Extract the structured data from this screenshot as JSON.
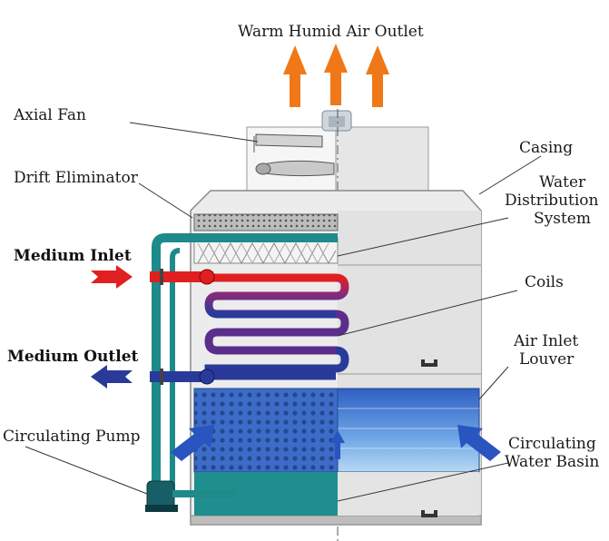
{
  "labels": {
    "outlet": "Warm Humid Air Outlet",
    "axial_fan": "Axial Fan",
    "drift_eliminator": "Drift Eliminator",
    "medium_inlet": "Medium Inlet",
    "medium_outlet": "Medium Outlet",
    "circulating_pump": "Circulating Pump",
    "casing": "Casing",
    "water_distribution_1": "Water",
    "water_distribution_2": "Distribution",
    "water_distribution_3": "System",
    "coils": "Coils",
    "air_inlet_louver_1": "Air Inlet",
    "air_inlet_louver_2": "Louver",
    "circulating_water_basin_1": "Circulating",
    "circulating_water_basin_2": "Water Basin"
  },
  "colors": {
    "casing": "#e8e8e8",
    "casing_edge": "#9a9a9a",
    "hot_arrow": "#f07818",
    "inlet_pipe": "#e02020",
    "outlet_pipe": "#2a3a9a",
    "water_pipe": "#1e8a8a",
    "louver_blue": "#3a6fd0",
    "basin_teal": "#1f8e8e"
  }
}
